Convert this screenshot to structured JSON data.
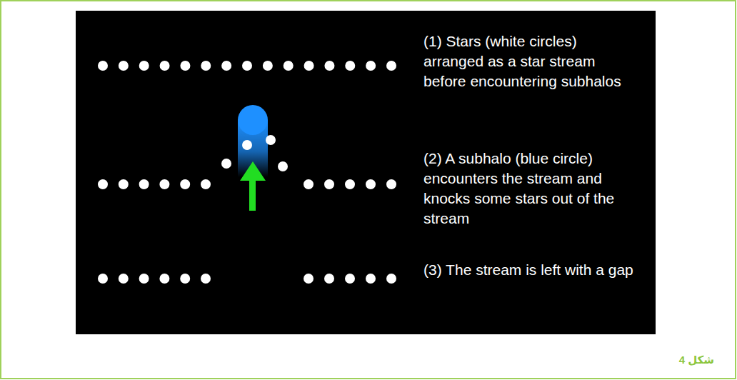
{
  "diagram": {
    "caption": "شکل 4",
    "labels": [
      "(1) Stars (white circles) arranged as a star stream before encountering subhalos",
      "(2) A subhalo (blue circle) encounters the stream and knocks some stars out of the stream",
      "(3) The stream is left with a gap"
    ]
  }
}
